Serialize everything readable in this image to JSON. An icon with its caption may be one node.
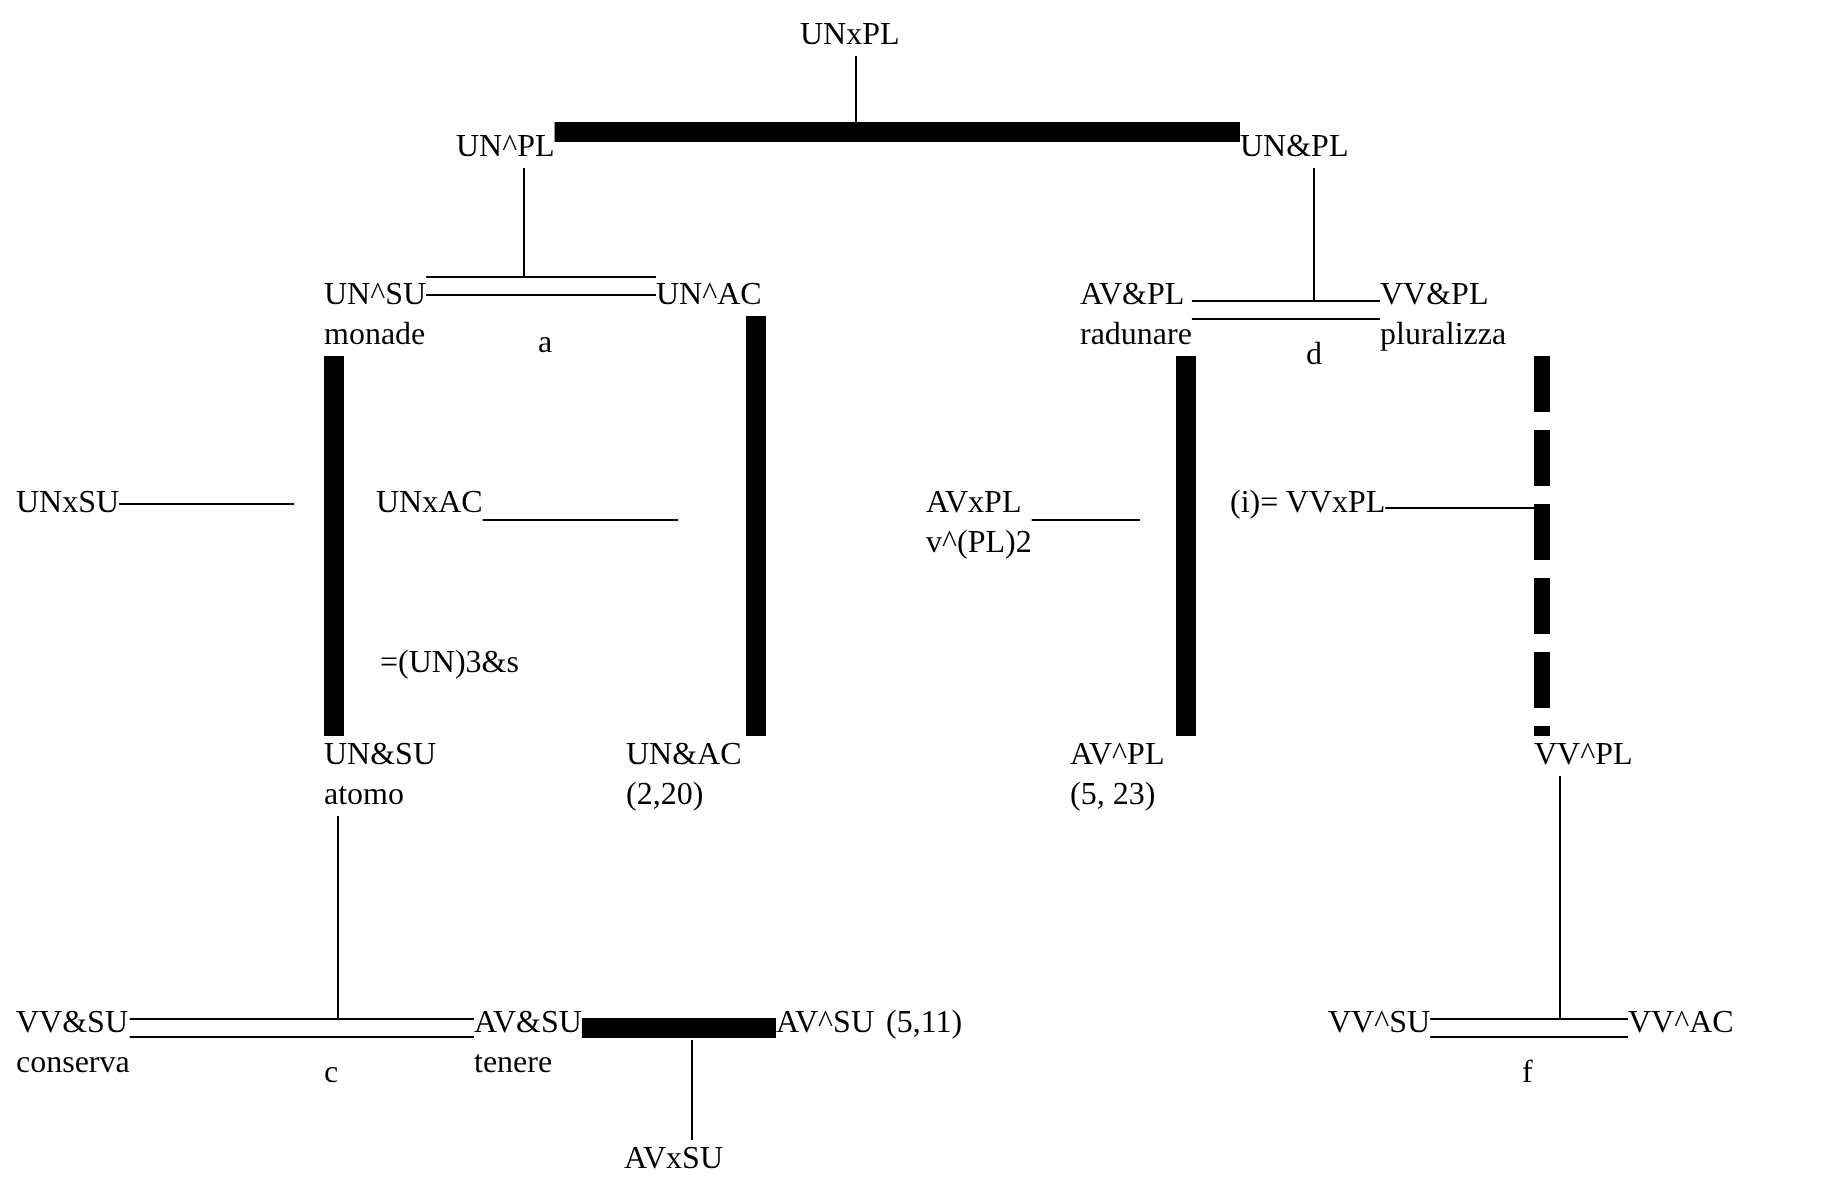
{
  "diagram": {
    "nodes": [
      {
        "text": [
          "UNxPL"
        ]
      },
      {
        "text": [
          "UN^PL"
        ]
      },
      {
        "text": [
          "UN&PL"
        ]
      },
      {
        "text": [
          "UN^SU",
          "monade"
        ]
      },
      {
        "text": [
          "UN^AC"
        ]
      },
      {
        "text": [
          "AV&PL",
          "radunare"
        ]
      },
      {
        "text": [
          "VV&PL",
          "pluralizza"
        ]
      },
      {
        "text": [
          "UNxSU"
        ]
      },
      {
        "text": [
          "UNxAC"
        ]
      },
      {
        "text": [
          "AVxPL",
          "v^(PL)2"
        ]
      },
      {
        "text": [
          "(i)= VVxPL"
        ]
      },
      {
        "text": [
          "UN&SU",
          "atomo"
        ]
      },
      {
        "text": [
          "UN&AC",
          "(2,20)"
        ]
      },
      {
        "text": [
          "AV^PL",
          "(5, 23)"
        ]
      },
      {
        "text": [
          "VV^PL"
        ]
      },
      {
        "text": [
          "VV&SU",
          "conserva"
        ]
      },
      {
        "text": [
          "AV&SU",
          "tenere"
        ]
      },
      {
        "text": [
          "AV^SU"
        ],
        "beside": [
          "(5,11)"
        ]
      },
      {
        "text": [
          "AVxSU"
        ]
      },
      {
        "text": [
          "VV^SU"
        ]
      },
      {
        "text": [
          "VV^AC"
        ]
      }
    ],
    "edges": [
      {
        "from": 1,
        "to": 2,
        "arrow": "none",
        "style": "thick"
      },
      {
        "from": 0,
        "to": null,
        "arrow": "none"
      },
      {
        "from": 1,
        "to": null,
        "arrow": "none"
      },
      {
        "from": 3,
        "to": 4,
        "arrow": "none",
        "label": "a"
      },
      {
        "from": 2,
        "to": null,
        "arrow": "none"
      },
      {
        "from": 5,
        "to": 6,
        "arrow": "none",
        "label": "d"
      },
      {
        "from": 3,
        "to": 11,
        "arrow": "none",
        "style": "thick"
      },
      {
        "from": 4,
        "to": 12,
        "arrow": "none",
        "style": "thick"
      },
      {
        "from": 7,
        "to": null,
        "arrow": "none"
      },
      {
        "from": 8,
        "to": null,
        "arrow": "none"
      },
      {
        "from": 5,
        "to": 13,
        "arrow": "none",
        "style": "thick"
      },
      {
        "from": 6,
        "to": 14,
        "arrow": "none",
        "style": "dashed"
      },
      {
        "from": 9,
        "to": null,
        "arrow": "none"
      },
      {
        "from": 10,
        "to": null,
        "arrow": "none"
      },
      {
        "from": 11,
        "to": null,
        "arrow": "none"
      },
      {
        "from": 15,
        "to": 16,
        "arrow": "none",
        "label": "c"
      },
      {
        "from": 16,
        "to": 17,
        "arrow": "none",
        "style": "thick"
      },
      {
        "from": 18,
        "to": null,
        "arrow": "none"
      },
      {
        "from": 14,
        "to": null,
        "arrow": "none"
      },
      {
        "from": 19,
        "to": 20,
        "arrow": "none",
        "label": "f"
      }
    ],
    "labels": [
      "=(UN)3&s"
    ]
  }
}
